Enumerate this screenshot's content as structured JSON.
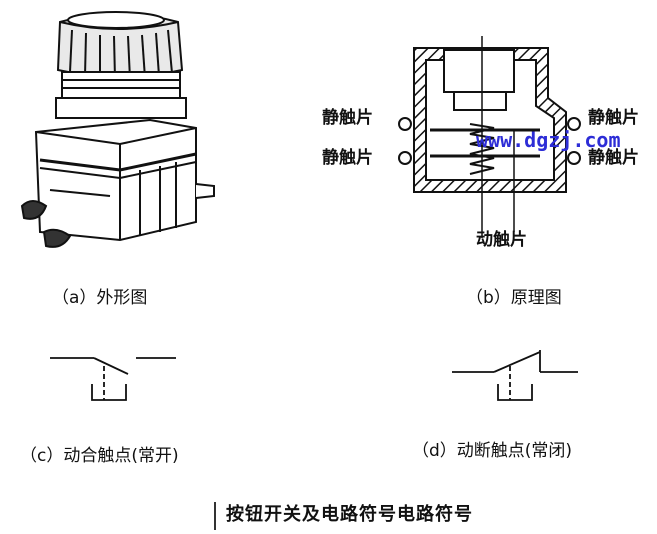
{
  "figure": {
    "title": "按钮开关及电路符号电路符号",
    "watermark": "www.dgzj.com",
    "labels": {
      "static_contact_left_top": "静触片",
      "static_contact_left_bottom": "静触片",
      "static_contact_right_top": "静触片",
      "static_contact_right_bottom": "静触片",
      "moving_contact": "动触片"
    },
    "captions": {
      "a": "（a）外形图",
      "b": "（b）原理图",
      "c": "（c）动合触点(常开)",
      "d": "（d）动断触点(常闭)"
    }
  },
  "colors": {
    "ink": "#111111",
    "watermark": "#2d2dd6",
    "background": "#ffffff"
  }
}
